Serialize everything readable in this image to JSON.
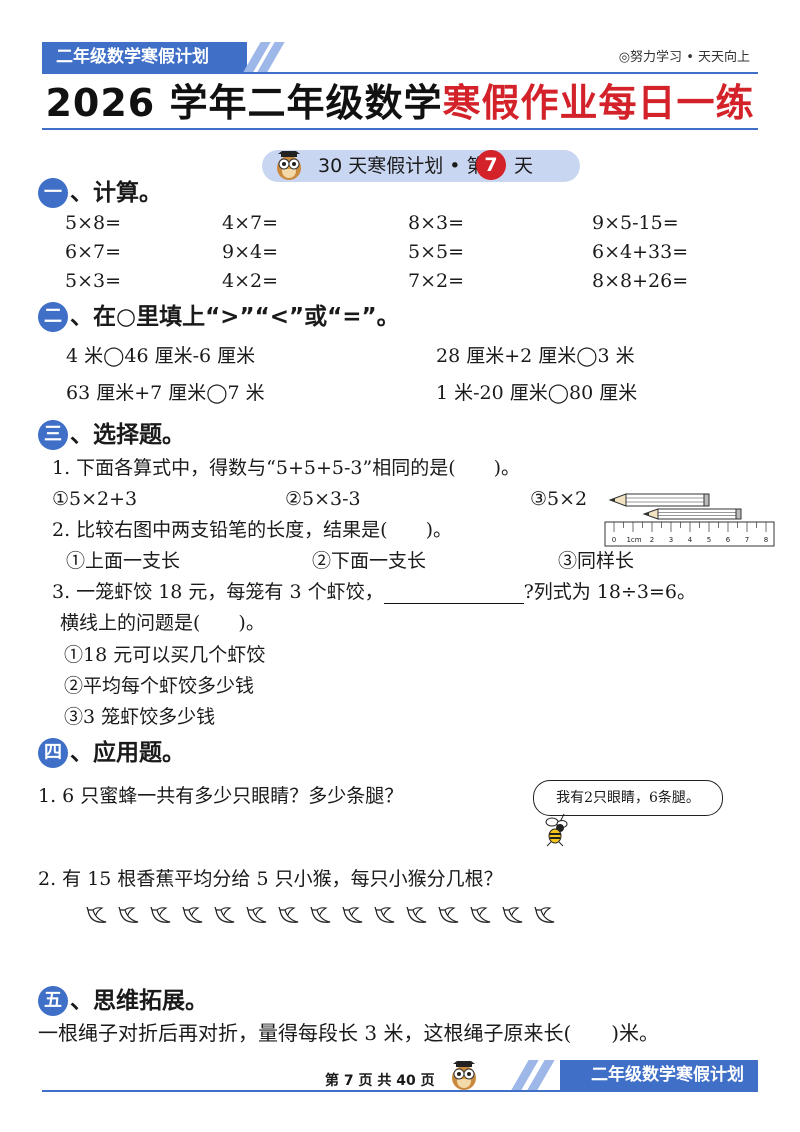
{
  "header": {
    "tab_label": "二年级数学寒假计划",
    "motto": "◎努力学习 • 天天向上",
    "title_black": "2026 学年二年级数学",
    "title_red": "寒假作业每日一练"
  },
  "day_badge": {
    "text": "30 天寒假计划 • 第",
    "day": "7",
    "suffix": "天"
  },
  "sections": {
    "s1": {
      "num": "一",
      "title": "、计算。"
    },
    "s2": {
      "num": "二",
      "title": "、在○里填上“>”“<”或“=”。"
    },
    "s3": {
      "num": "三",
      "title": "、选择题。"
    },
    "s4": {
      "num": "四",
      "title": "、应用题。"
    },
    "s5": {
      "num": "五",
      "title": "、思维拓展。"
    }
  },
  "calc": [
    [
      "5×8=",
      "4×7=",
      "8×3=",
      "9×5-15="
    ],
    [
      "6×7=",
      "9×4=",
      "5×5=",
      "6×4+33="
    ],
    [
      "5×3=",
      "4×2=",
      "7×2=",
      "8×8+26="
    ]
  ],
  "compare": [
    [
      "4 米◯46 厘米-6 厘米",
      "28 厘米+2 厘米◯3 米"
    ],
    [
      "63 厘米+7 厘米◯7 米",
      "1 米-20 厘米◯80 厘米"
    ]
  ],
  "choice": {
    "q1": "1. 下面各算式中，得数与“5+5+5-3”相同的是(　　)。",
    "q1_options": [
      "①5×2+3",
      "②5×3-3",
      "③5×2"
    ],
    "q2": "2. 比较右图中两支铅笔的长度，结果是(　　)。",
    "q2_options": [
      "①上面一支长",
      "②下面一支长",
      "③同样长"
    ],
    "q3_start": "3. 一笼虾饺 18 元，每笼有 3 个虾饺，",
    "q3_end": "?列式为 18÷3=6。",
    "q3_line2": "横线上的问题是(　　)。",
    "q3_options": [
      "①18 元可以买几个虾饺",
      "②平均每个虾饺多少钱",
      "③3 笼虾饺多少钱"
    ]
  },
  "ruler_labels": [
    "0",
    "1cm",
    "2",
    "3",
    "4",
    "5",
    "6",
    "7",
    "8"
  ],
  "apply": {
    "q1": "1. 6 只蜜蜂一共有多少只眼睛？多少条腿？",
    "bubble": "我有2只眼睛，6条腿。",
    "q2": "2. 有 15 根香蕉平均分给 5 只小猴，每只小猴分几根？",
    "banana_count": 15,
    "icon_banana": "banana-icon",
    "icon_bee": "bee-icon"
  },
  "think": {
    "text": "一根绳子对折后再对折，量得每段长 3 米，这根绳子原来长(　　)米。"
  },
  "footer": {
    "page": "第 7 页 共 40 页",
    "tab_label": "二年级数学寒假计划"
  },
  "colors": {
    "accent": "#3f6fc7",
    "red": "#d3222a",
    "pill": "#c9d6f1"
  }
}
